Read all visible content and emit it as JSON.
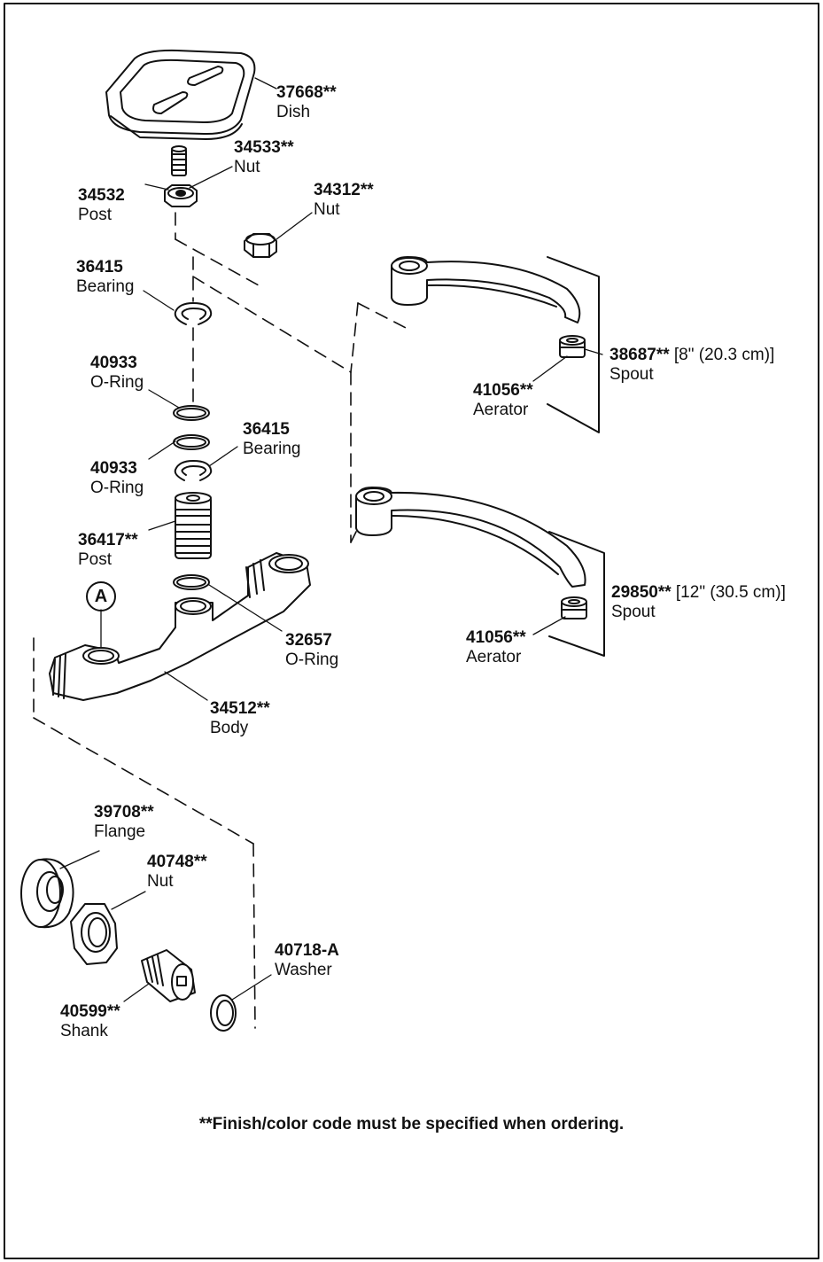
{
  "parts": [
    {
      "id": "dish",
      "number": "37668**",
      "name": "Dish"
    },
    {
      "id": "nut-top",
      "number": "34533**",
      "name": "Nut"
    },
    {
      "id": "post-top",
      "number": "34532",
      "name": "Post"
    },
    {
      "id": "nut-cap",
      "number": "34312**",
      "name": "Nut"
    },
    {
      "id": "bearing-1",
      "number": "36415",
      "name": "Bearing"
    },
    {
      "id": "oring-1",
      "number": "40933",
      "name": "O-Ring"
    },
    {
      "id": "bearing-2",
      "number": "36415",
      "name": "Bearing"
    },
    {
      "id": "oring-2",
      "number": "40933",
      "name": "O-Ring"
    },
    {
      "id": "post-main",
      "number": "36417**",
      "name": "Post"
    },
    {
      "id": "oring-3",
      "number": "32657",
      "name": "O-Ring"
    },
    {
      "id": "body",
      "number": "34512**",
      "name": "Body"
    },
    {
      "id": "spout-8",
      "number": "38687**",
      "extra": "[8\" (20.3 cm)]",
      "name": "Spout"
    },
    {
      "id": "aerator-1",
      "number": "41056**",
      "name": "Aerator"
    },
    {
      "id": "spout-12",
      "number": "29850**",
      "extra": "[12\" (30.5 cm)]",
      "name": "Spout"
    },
    {
      "id": "aerator-2",
      "number": "41056**",
      "name": "Aerator"
    },
    {
      "id": "flange",
      "number": "39708**",
      "name": "Flange"
    },
    {
      "id": "nut-shank",
      "number": "40748**",
      "name": "Nut"
    },
    {
      "id": "washer",
      "number": "40718-A",
      "name": "Washer"
    },
    {
      "id": "shank",
      "number": "40599**",
      "name": "Shank"
    }
  ],
  "reference_letter": "A",
  "footnote": "**Finish/color code must be specified when ordering."
}
